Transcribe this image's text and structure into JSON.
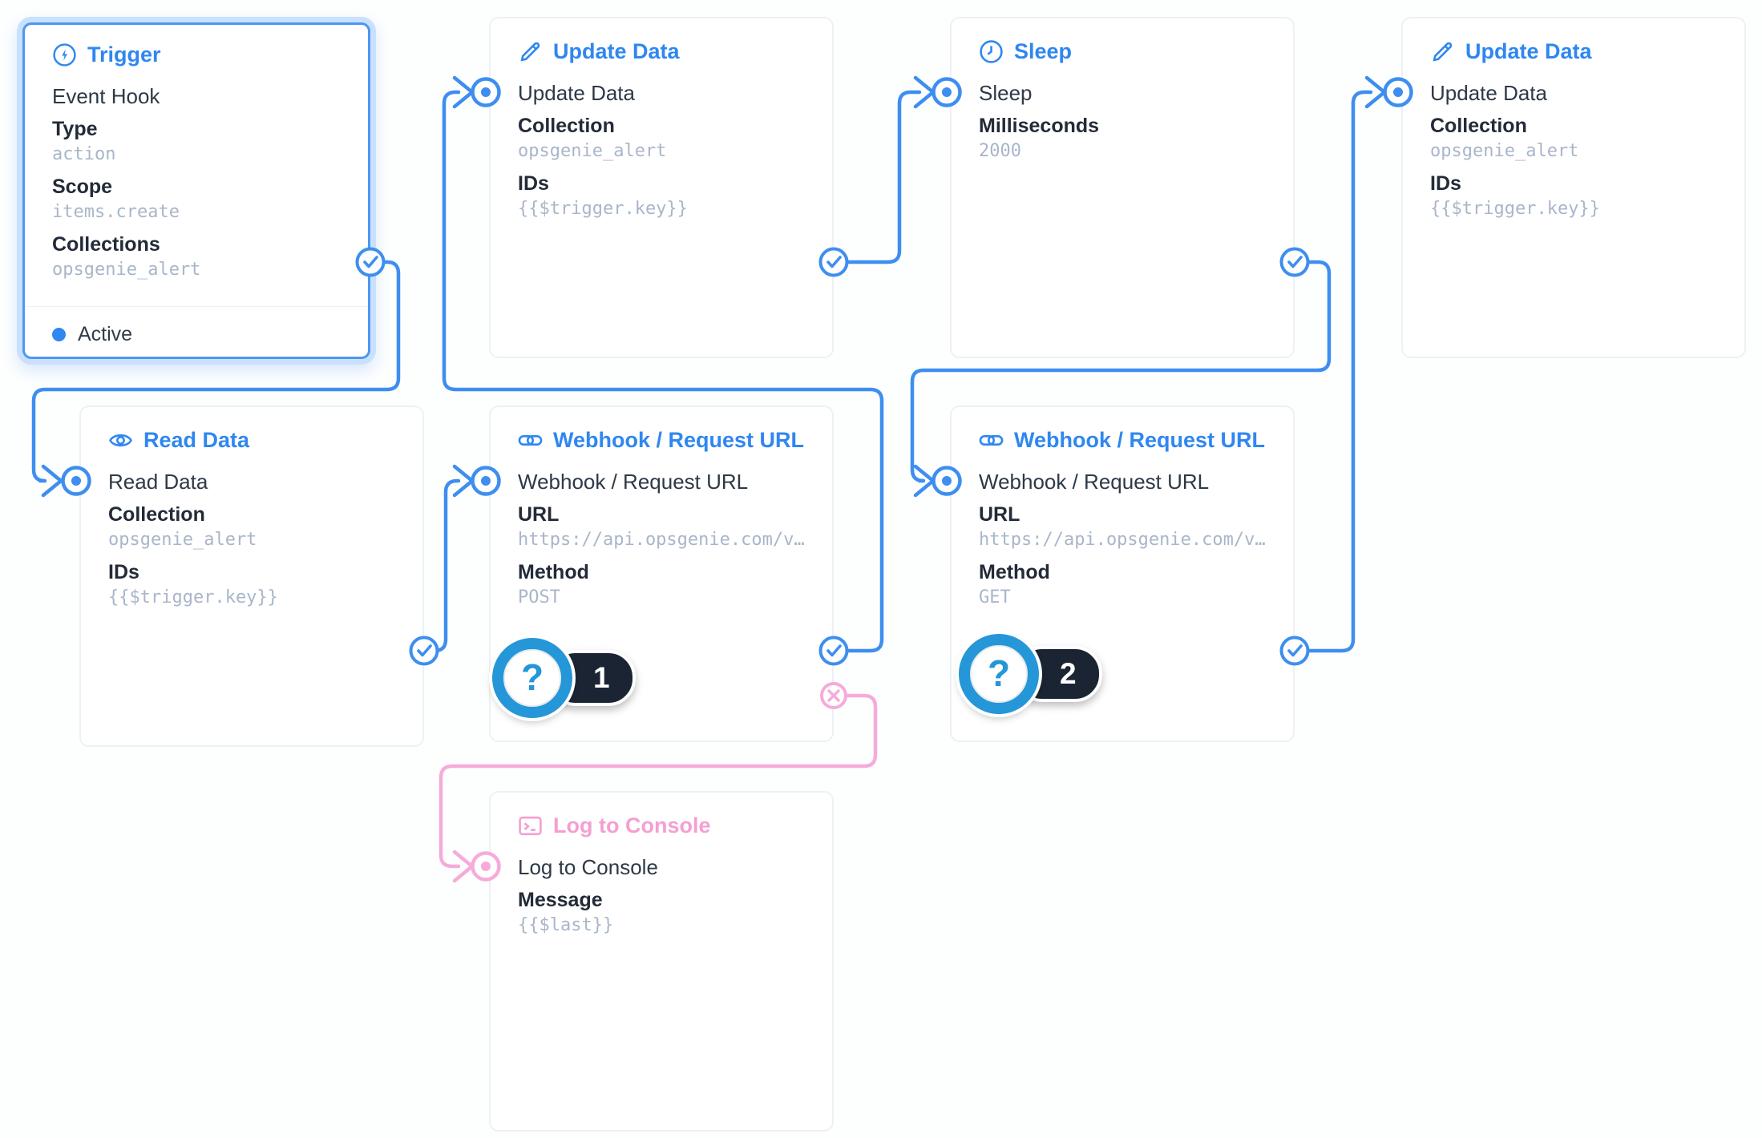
{
  "colors": {
    "accent_blue": "#2f87f0",
    "edge_blue": "#3e8ef0",
    "badge_blue": "#2596d8",
    "pink_accent": "#f49fd2",
    "edge_pink": "#f6abd9",
    "pill_dark": "#1b2433",
    "selected_halo": "#c9e1fc",
    "label_dark": "#232b38",
    "value_gray": "#a9b6c9"
  },
  "nodes": {
    "trigger": {
      "title": "Trigger",
      "name": "Event Hook",
      "fields": [
        {
          "label": "Type",
          "value": "action"
        },
        {
          "label": "Scope",
          "value": "items.create"
        },
        {
          "label": "Collections",
          "value": "opsgenie_alert"
        }
      ],
      "status": "Active",
      "selected": true
    },
    "update1": {
      "title": "Update Data",
      "name": "Update Data",
      "fields": [
        {
          "label": "Collection",
          "value": "opsgenie_alert"
        },
        {
          "label": "IDs",
          "value": "{{$trigger.key}}"
        }
      ]
    },
    "sleep": {
      "title": "Sleep",
      "name": "Sleep",
      "fields": [
        {
          "label": "Milliseconds",
          "value": "2000"
        }
      ]
    },
    "update2": {
      "title": "Update Data",
      "name": "Update Data",
      "fields": [
        {
          "label": "Collection",
          "value": "opsgenie_alert"
        },
        {
          "label": "IDs",
          "value": "{{$trigger.key}}"
        }
      ]
    },
    "read": {
      "title": "Read Data",
      "name": "Read Data",
      "fields": [
        {
          "label": "Collection",
          "value": "opsgenie_alert"
        },
        {
          "label": "IDs",
          "value": "{{$trigger.key}}"
        }
      ]
    },
    "webhook1": {
      "title": "Webhook / Request URL",
      "name": "Webhook / Request URL",
      "fields": [
        {
          "label": "URL",
          "value": "https://api.opsgenie.com/v…"
        },
        {
          "label": "Method",
          "value": "POST"
        }
      ],
      "badge": "1"
    },
    "webhook2": {
      "title": "Webhook / Request URL",
      "name": "Webhook / Request URL",
      "fields": [
        {
          "label": "URL",
          "value": "https://api.opsgenie.com/v…"
        },
        {
          "label": "Method",
          "value": "GET"
        }
      ],
      "badge": "2"
    },
    "log": {
      "title": "Log to Console",
      "name": "Log to Console",
      "fields": [
        {
          "label": "Message",
          "value": "{{$last}}"
        }
      ]
    }
  },
  "edges": [
    {
      "from": "trigger",
      "to": "read",
      "type": "resolve"
    },
    {
      "from": "read",
      "to": "webhook1",
      "type": "resolve"
    },
    {
      "from": "webhook1",
      "to": "update1",
      "type": "resolve"
    },
    {
      "from": "update1",
      "to": "sleep",
      "type": "resolve"
    },
    {
      "from": "sleep",
      "to": "webhook2",
      "type": "resolve"
    },
    {
      "from": "webhook2",
      "to": "update2",
      "type": "resolve"
    },
    {
      "from": "webhook1",
      "to": "log",
      "type": "reject"
    }
  ]
}
